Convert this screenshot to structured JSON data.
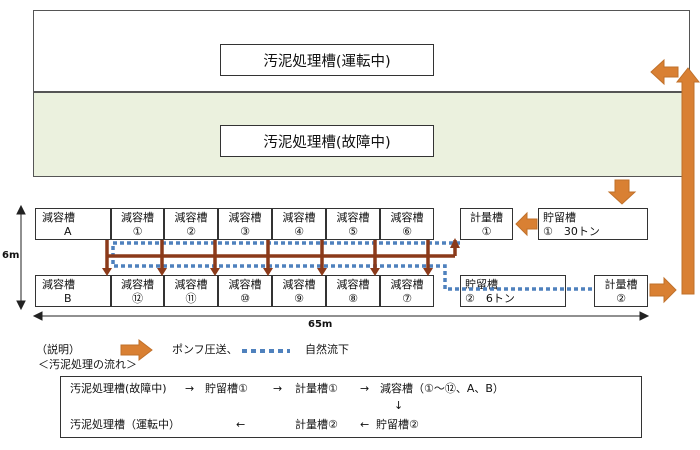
{
  "tank_running": {
    "label": "汚泥処理槽(運転中)"
  },
  "tank_broken": {
    "label": "汚泥処理槽(故障中)"
  },
  "top_row": [
    {
      "l1": "減容槽",
      "l2": "A"
    },
    {
      "l1": "減容槽",
      "l2": "①"
    },
    {
      "l1": "減容槽",
      "l2": "②"
    },
    {
      "l1": "減容槽",
      "l2": "③"
    },
    {
      "l1": "減容槽",
      "l2": "④"
    },
    {
      "l1": "減容槽",
      "l2": "⑤"
    },
    {
      "l1": "減容槽",
      "l2": "⑥"
    }
  ],
  "bottom_row": [
    {
      "l1": "減容槽",
      "l2": "B"
    },
    {
      "l1": "減容槽",
      "l2": "⑫"
    },
    {
      "l1": "減容槽",
      "l2": "⑪"
    },
    {
      "l1": "減容槽",
      "l2": "⑩"
    },
    {
      "l1": "減容槽",
      "l2": "⑨"
    },
    {
      "l1": "減容槽",
      "l2": "⑧"
    },
    {
      "l1": "減容槽",
      "l2": "⑦"
    }
  ],
  "meter1": {
    "l1": "計量槽",
    "l2": "①"
  },
  "storage1": {
    "l1": "貯留槽",
    "l2": "①　30トン"
  },
  "storage2": {
    "l1": "貯留槽",
    "l2": "②　6トン"
  },
  "meter2": {
    "l1": "計量槽",
    "l2": "②"
  },
  "dimensions": {
    "height": "6m",
    "width": "65m"
  },
  "legend": {
    "title": "（説明）",
    "pump": "ポンフ圧送、",
    "gravity": "自然流下",
    "flow_title": "＜汚泥処理の流れ＞"
  },
  "flow": {
    "r1_c1": "汚泥処理槽(故障中)",
    "r1_c2": "貯留槽①",
    "r1_c3": "計量槽①",
    "r1_c4": "減容槽（①～⑫、A、B）",
    "arr_right": "→",
    "arr_down": "↓",
    "arr_left": "←",
    "r2_c1": "汚泥処理槽（運転中）",
    "r2_c3": "計量槽②",
    "r2_c4": "貯留槽②"
  },
  "colors": {
    "pump": "#d98033",
    "gravity": "#4f81bd",
    "pipe": "#8b3a1a",
    "broken_bg": "#ebf1de"
  }
}
